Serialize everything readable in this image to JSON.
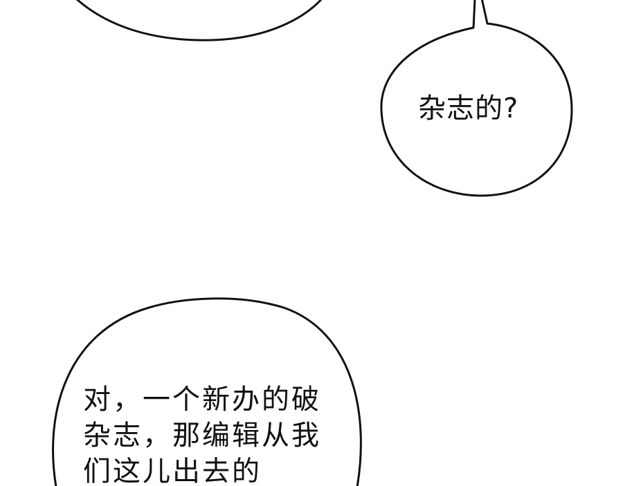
{
  "panel": {
    "bubbles": [
      {
        "id": "top-left-bubble",
        "lines": []
      },
      {
        "id": "right-bubble",
        "lines": [
          "杂志的?"
        ]
      },
      {
        "id": "bottom-bubble",
        "lines": [
          "对，一个新办的破",
          "杂志，那编辑从我",
          "们这儿出去的"
        ]
      }
    ]
  },
  "colors": {
    "background": "#ffffff",
    "outline": "#111111",
    "text": "#111111"
  }
}
